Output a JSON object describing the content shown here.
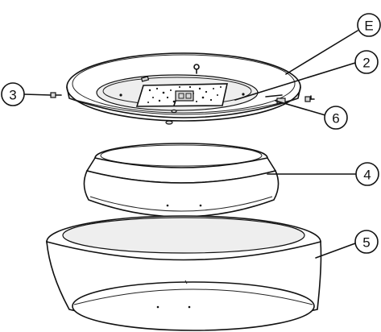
{
  "callouts": [
    {
      "id": "E",
      "label": "E"
    },
    {
      "id": "2",
      "label": "2"
    },
    {
      "id": "3",
      "label": "3"
    },
    {
      "id": "6",
      "label": "6"
    },
    {
      "id": "4",
      "label": "4"
    },
    {
      "id": "5",
      "label": "5"
    }
  ]
}
